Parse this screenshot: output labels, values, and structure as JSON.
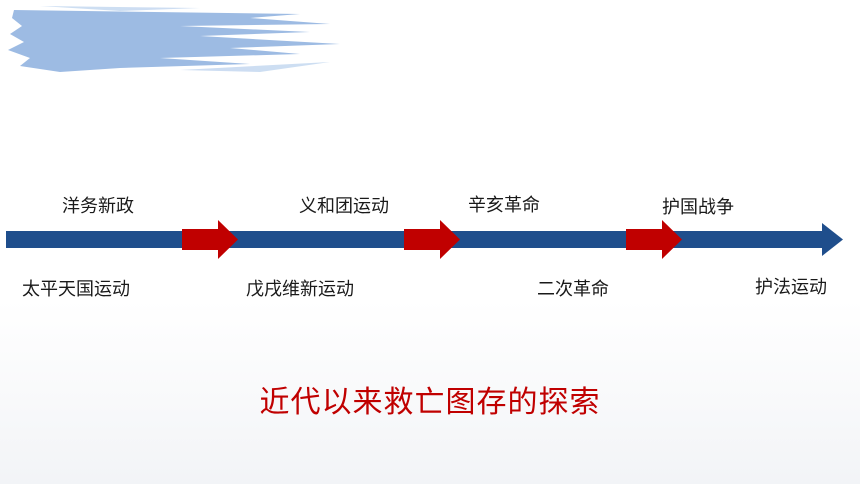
{
  "timeline": {
    "events_above": [
      {
        "key": "yangwu",
        "label": "洋务新政"
      },
      {
        "key": "yihetuan",
        "label": "义和团运动"
      },
      {
        "key": "xinhai",
        "label": "辛亥革命"
      },
      {
        "key": "huguo",
        "label": "护国战争"
      }
    ],
    "events_below": [
      {
        "key": "taiping",
        "label": "太平天国运动"
      },
      {
        "key": "wuxu",
        "label": "戊戌维新运动"
      },
      {
        "key": "erci",
        "label": "二次革命"
      },
      {
        "key": "hufa",
        "label": "护法运动"
      }
    ]
  },
  "title": "近代以来救亡图存的探索",
  "colors": {
    "axis": "#1f4e8c",
    "marker": "#c00000",
    "title": "#c00000",
    "brush": "#9dbbe3"
  }
}
